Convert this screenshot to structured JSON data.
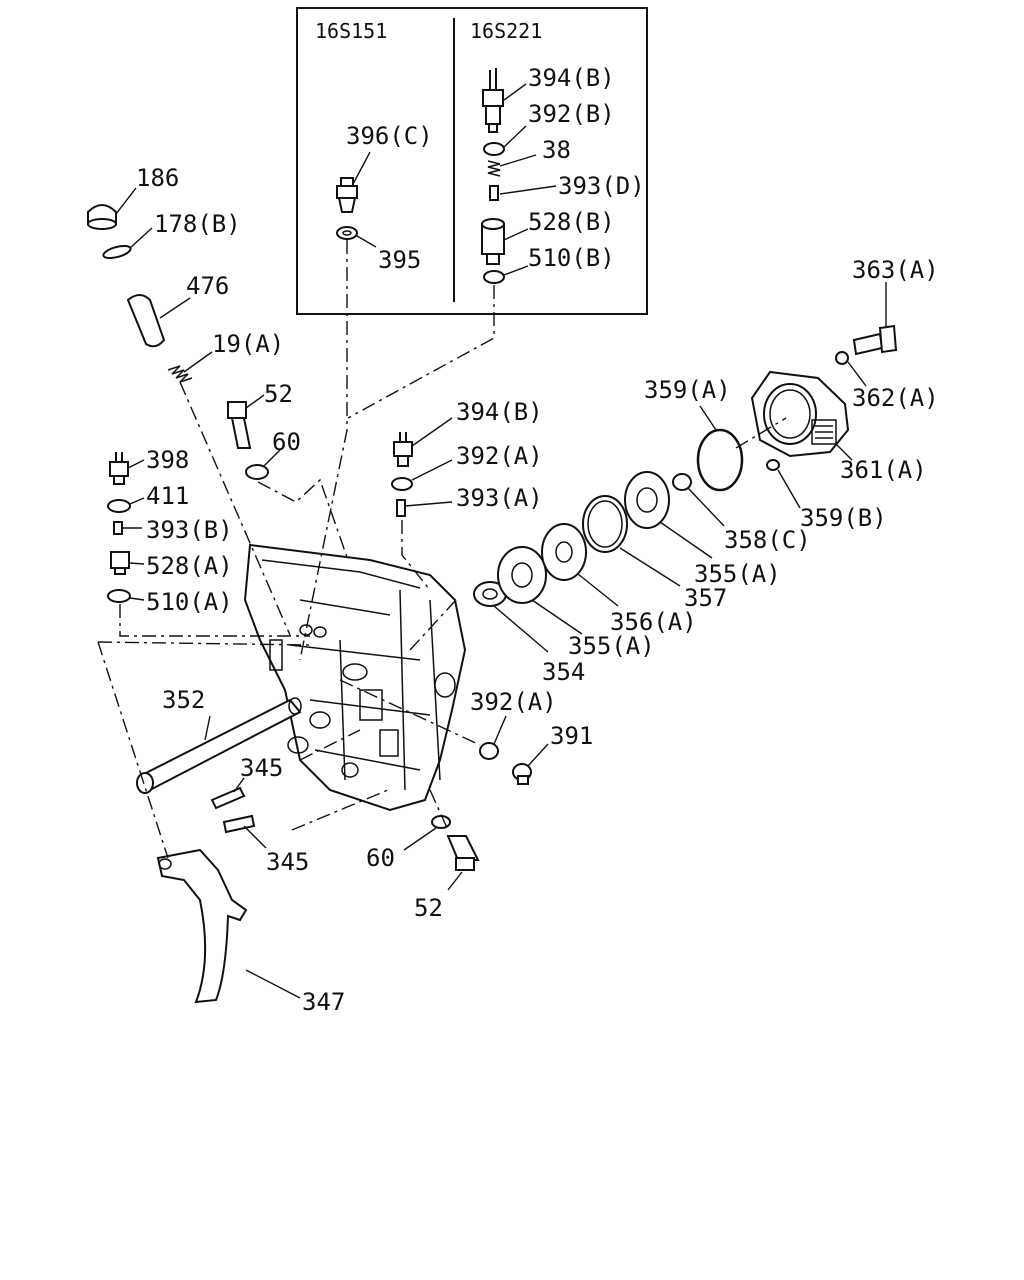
{
  "inset": {
    "left_code": "16S151",
    "right_code": "16S221"
  },
  "labels": {
    "p186": "186",
    "p178b": "178(B)",
    "p476": "476",
    "p19a": "19(A)",
    "p52_top": "52",
    "p60_top": "60",
    "p398": "398",
    "p411": "411",
    "p393b": "393(B)",
    "p528a": "528(A)",
    "p510a": "510(A)",
    "p396c": "396(C)",
    "p395": "395",
    "p394b_inset": "394(B)",
    "p392b": "392(B)",
    "p38": "38",
    "p393d": "393(D)",
    "p528b": "528(B)",
    "p510b": "510(B)",
    "p394b": "394(B)",
    "p392a_top": "392(A)",
    "p393a": "393(A)",
    "p363a": "363(A)",
    "p362a": "362(A)",
    "p359a": "359(A)",
    "p361a": "361(A)",
    "p359b": "359(B)",
    "p358c": "358(C)",
    "p355a_right": "355(A)",
    "p357": "357",
    "p356a": "356(A)",
    "p355a_left": "355(A)",
    "p354": "354",
    "p392a_low": "392(A)",
    "p391": "391",
    "p352": "352",
    "p345_top": "345",
    "p345_low": "345",
    "p60_low": "60",
    "p52_low": "52",
    "p347": "347"
  }
}
